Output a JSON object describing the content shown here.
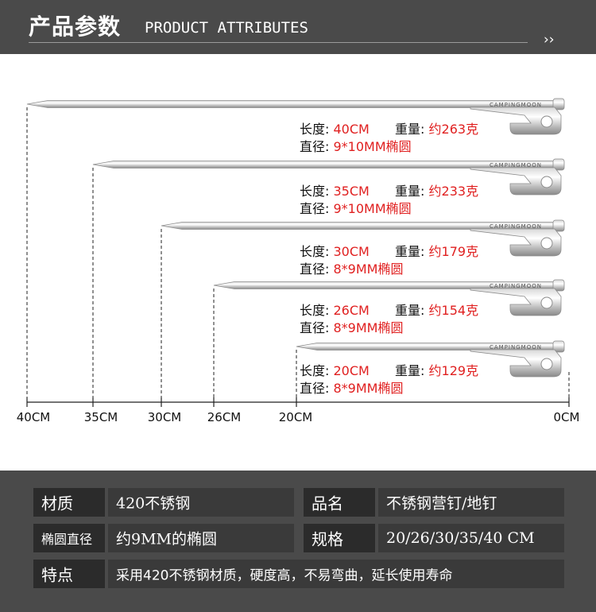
{
  "header": {
    "title_cn": "产品参数",
    "title_en": "PRODUCT ATTRIBUTES",
    "arrow": "››"
  },
  "stakes": [
    {
      "length_label": "长度:",
      "length": "40CM",
      "weight_label": "重量:",
      "weight": "约263克",
      "diameter_label": "直径:",
      "diameter": "9*10MM椭圆",
      "brand": "CAMPINGMOON"
    },
    {
      "length_label": "长度:",
      "length": "35CM",
      "weight_label": "重量:",
      "weight": "约233克",
      "diameter_label": "直径:",
      "diameter": "9*10MM椭圆",
      "brand": "CAMPINGMOON"
    },
    {
      "length_label": "长度:",
      "length": "30CM",
      "weight_label": "重量:",
      "weight": "约179克",
      "diameter_label": "直径:",
      "diameter": "8*9MM椭圆",
      "brand": "CAMPINGMOON"
    },
    {
      "length_label": "长度:",
      "length": "26CM",
      "weight_label": "重量:",
      "weight": "约154克",
      "diameter_label": "直径:",
      "diameter": "8*9MM椭圆",
      "brand": "CAMPINGMOON"
    },
    {
      "length_label": "长度:",
      "length": "20CM",
      "weight_label": "重量:",
      "weight": "约129克",
      "diameter_label": "直径:",
      "diameter": "8*9MM椭圆",
      "brand": "CAMPINGMOON"
    }
  ],
  "ruler": {
    "ticks": [
      "40CM",
      "35CM",
      "30CM",
      "26CM",
      "20CM",
      "0CM"
    ]
  },
  "colors": {
    "header_bg": "#4a4a4a",
    "value_red": "#e02020",
    "table_bg": "#4a4a4a"
  },
  "attributes": {
    "material_label": "材质",
    "material_value": "420不锈钢",
    "name_label": "品名",
    "name_value": "不锈钢营钉/地钉",
    "diameter_label": "椭圆直径",
    "diameter_value": "约9MM的椭圆",
    "spec_label": "规格",
    "spec_value": "20/26/30/35/40 CM",
    "feature_label": "特点",
    "feature_value": "采用420不锈钢材质，硬度高，不易弯曲，延长使用寿命"
  }
}
